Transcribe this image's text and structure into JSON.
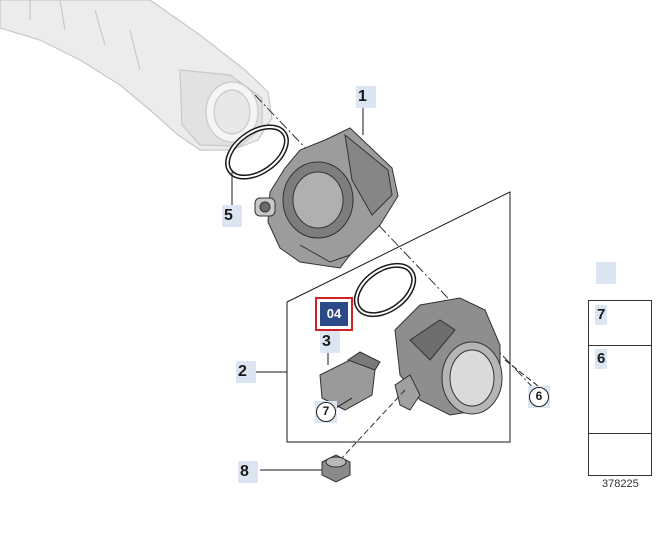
{
  "callouts": {
    "part_1": "1",
    "part_2": "2",
    "part_3": "3",
    "part_5": "5",
    "part_8": "8",
    "circled_6": "6",
    "circled_7": "7",
    "selected_tag": "04"
  },
  "side_panel": {
    "row_1": "7",
    "row_2": "6"
  },
  "reference_number": "378225"
}
